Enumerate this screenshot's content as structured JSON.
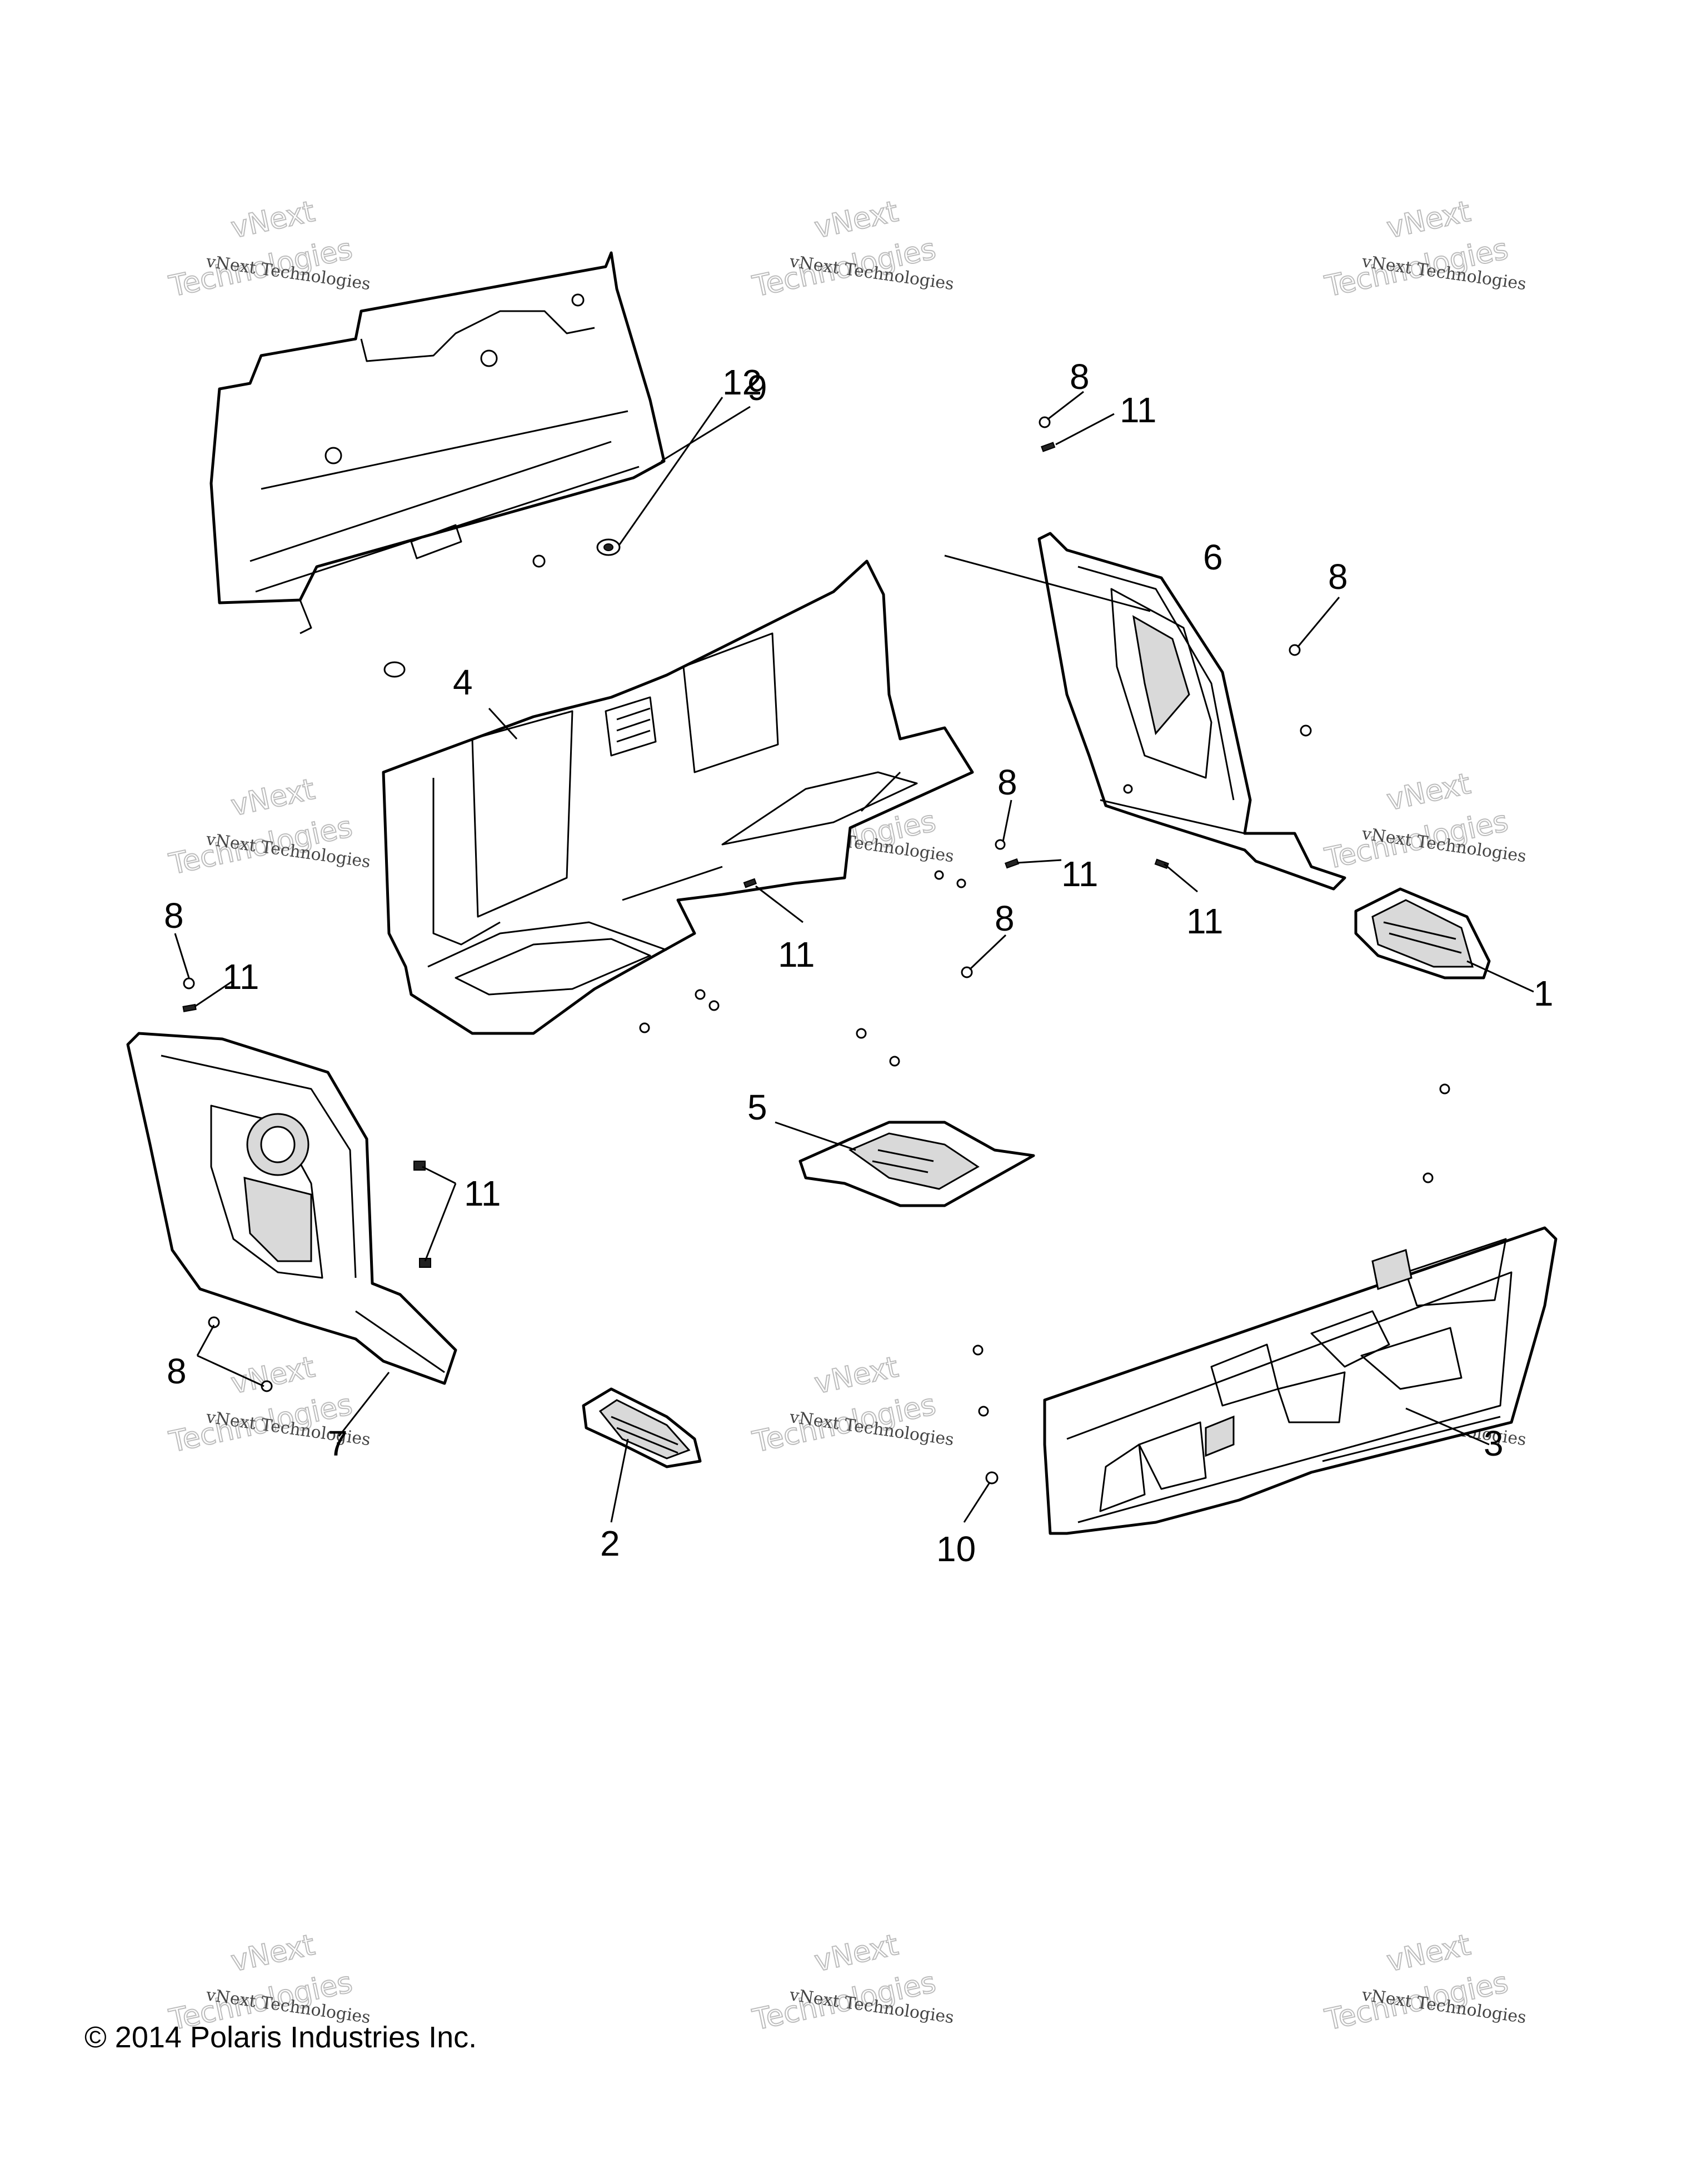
{
  "callouts": {
    "c1": "1",
    "c2": "2",
    "c3": "3",
    "c4": "4",
    "c5": "5",
    "c6": "6",
    "c7": "7",
    "c8": "8",
    "c9": "9",
    "c10": "10",
    "c11": "11",
    "c12": "12"
  },
  "watermark": {
    "line1": "vNext Technologies",
    "line2": "Technologies",
    "line3": "vNext"
  },
  "copyright": "© 2014 Polaris Industries Inc."
}
